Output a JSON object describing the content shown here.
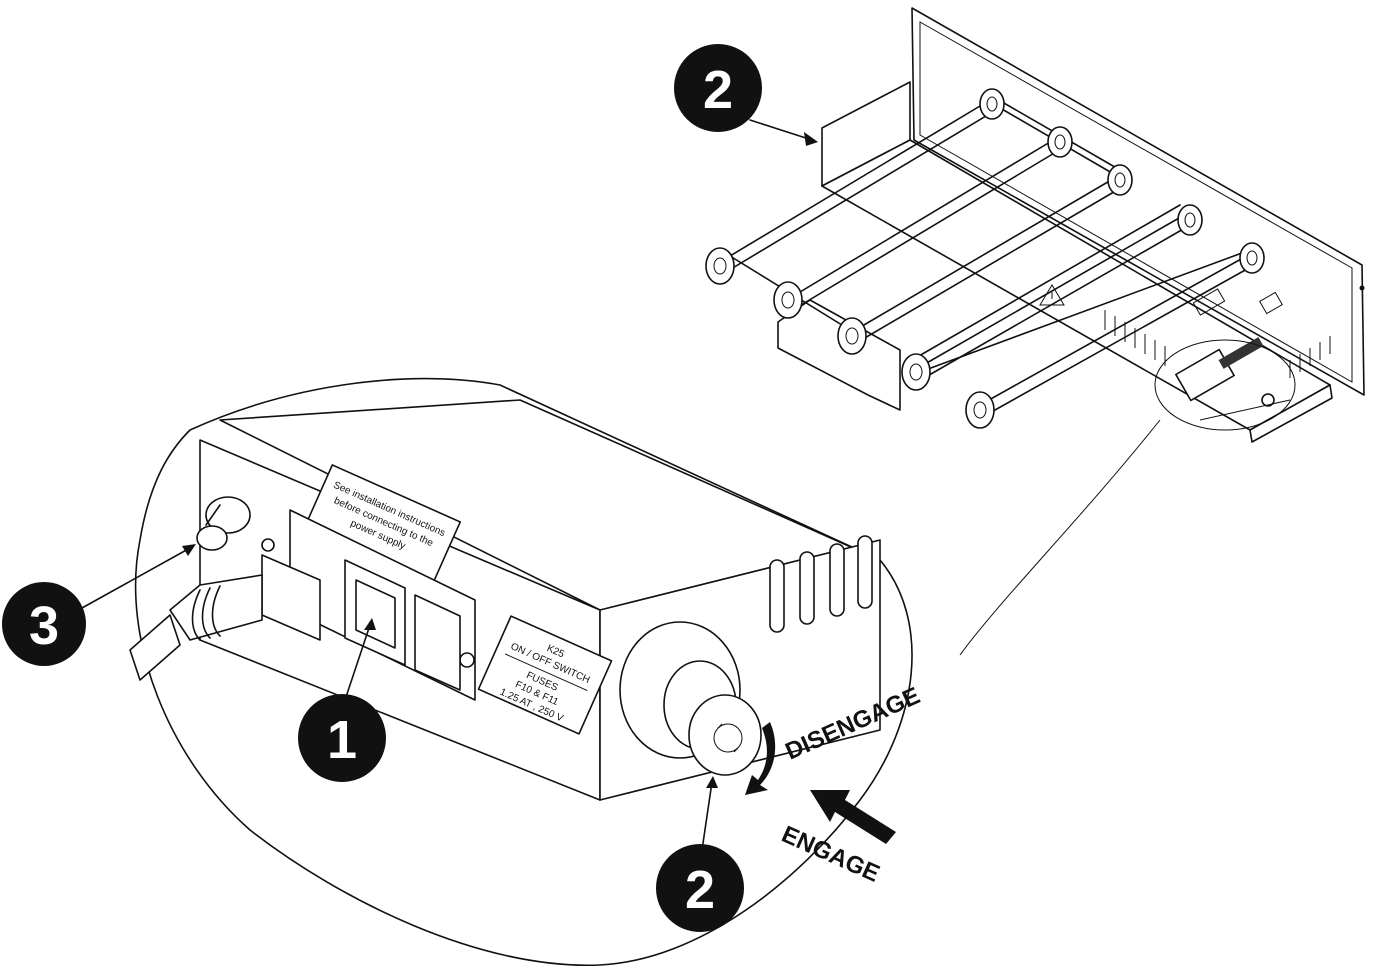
{
  "callouts": {
    "power_switch": "1",
    "emergency_stop_top": "2",
    "emergency_stop_bottom": "2",
    "ground_terminal": "3"
  },
  "panel_label": {
    "line1": "See installation instructions",
    "line2": "before connecting to the",
    "line3": "power supply"
  },
  "switch_label": {
    "line1": "K25",
    "line2": "ON / OFF SWITCH",
    "line3": "FUSES",
    "line4": "F10 & F11",
    "line5": "1.25 AT , 250 V"
  },
  "directions": {
    "disengage": "DISENGAGE",
    "engage": "ENGAGE"
  }
}
